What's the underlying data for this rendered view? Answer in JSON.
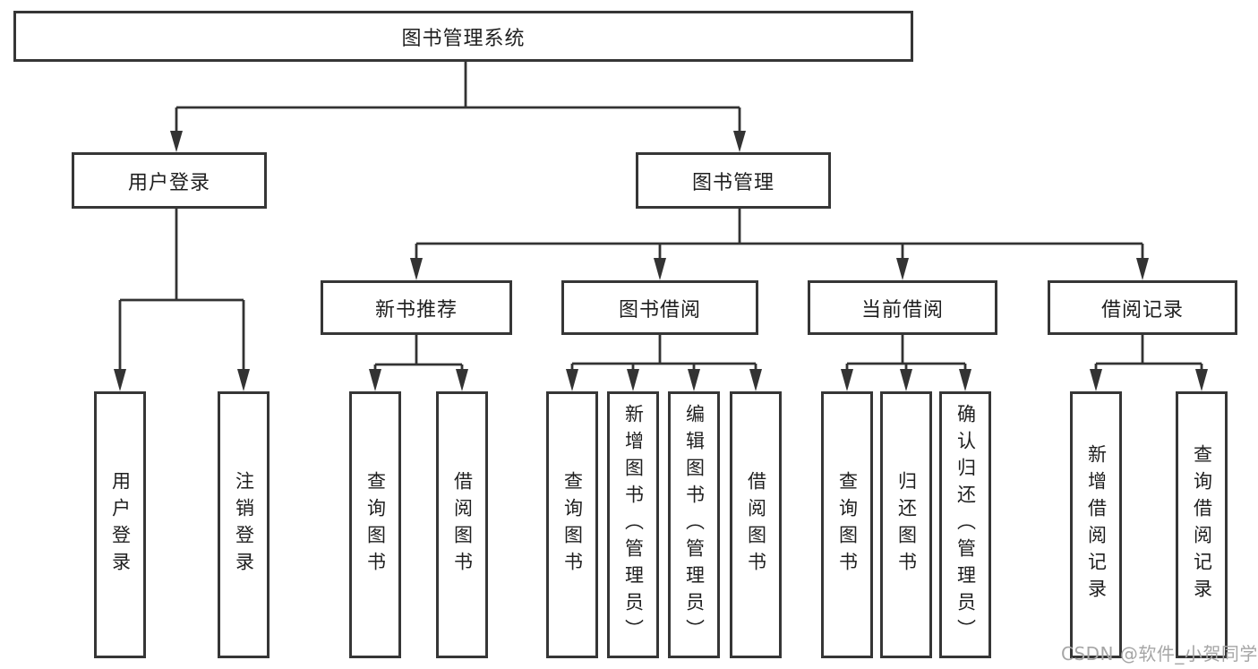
{
  "diagram": {
    "type": "hierarchy",
    "root": {
      "label": "图书管理系统"
    },
    "level2": [
      {
        "id": "user-login",
        "label": "用户登录"
      },
      {
        "id": "book-management",
        "label": "图书管理"
      }
    ],
    "level3": [
      {
        "id": "new-book-recommendation",
        "label": "新书推荐",
        "parent": "图书管理"
      },
      {
        "id": "book-borrowing",
        "label": "图书借阅",
        "parent": "图书管理"
      },
      {
        "id": "current-borrowing",
        "label": "当前借阅",
        "parent": "图书管理"
      },
      {
        "id": "borrowing-records",
        "label": "借阅记录",
        "parent": "图书管理"
      }
    ],
    "leaves": [
      {
        "label": "用户登录",
        "parent": "用户登录"
      },
      {
        "label": "注销登录",
        "parent": "用户登录"
      },
      {
        "label": "查询图书",
        "parent": "新书推荐"
      },
      {
        "label": "借阅图书",
        "parent": "新书推荐"
      },
      {
        "label": "查询图书",
        "parent": "图书借阅"
      },
      {
        "label": "新增图书（管理员）",
        "parent": "图书借阅"
      },
      {
        "label": "编辑图书（管理员）",
        "parent": "图书借阅"
      },
      {
        "label": "借阅图书",
        "parent": "图书借阅"
      },
      {
        "label": "查询图书",
        "parent": "当前借阅"
      },
      {
        "label": "归还图书",
        "parent": "当前借阅"
      },
      {
        "label": "确认归还（管理员）",
        "parent": "当前借阅"
      },
      {
        "label": "新增借阅记录",
        "parent": "借阅记录"
      },
      {
        "label": "查询借阅记录",
        "parent": "借阅记录"
      }
    ]
  },
  "watermark": {
    "text": "CSDN @软件_小贺同学"
  },
  "colors": {
    "line": "#333333",
    "box_border": "#363636",
    "text": "#1f1f1f",
    "watermark": "#a6a6a6",
    "background": "#ffffff"
  }
}
